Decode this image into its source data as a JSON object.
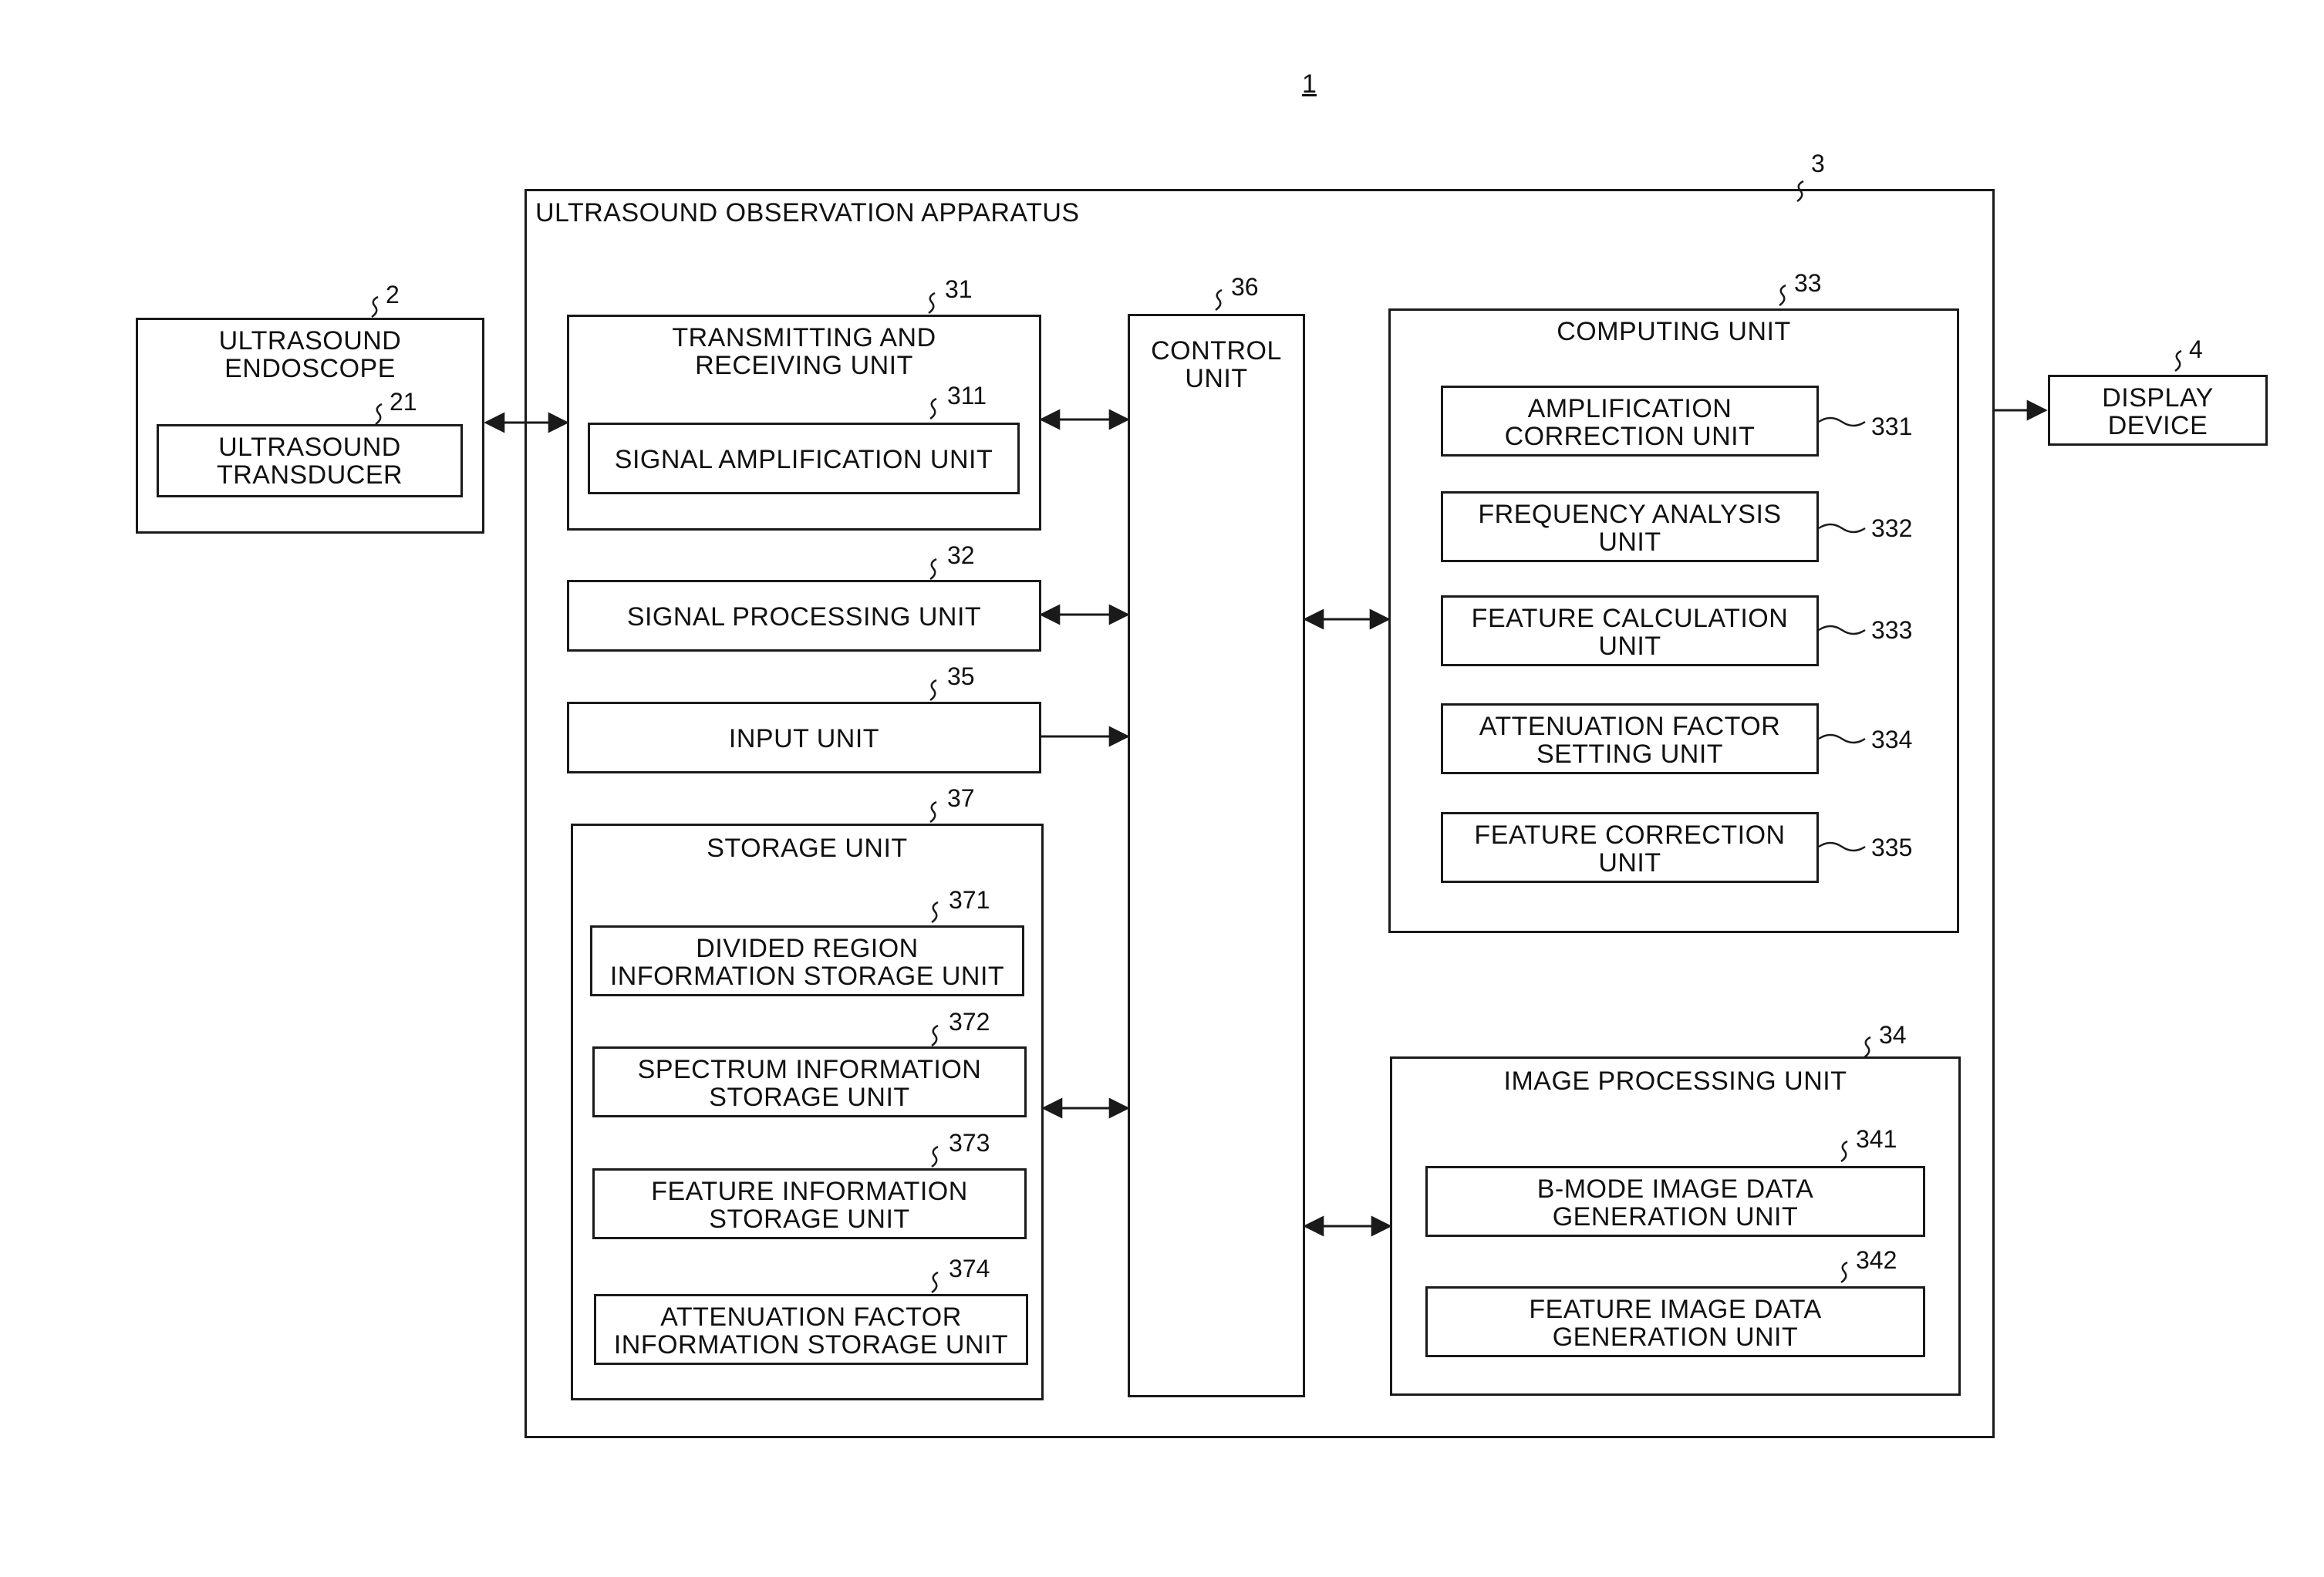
{
  "figure_number": "1",
  "apparatus": {
    "ref": "3",
    "label": "ULTRASOUND OBSERVATION APPARATUS"
  },
  "endoscope": {
    "ref": "2",
    "label_line1": "ULTRASOUND",
    "label_line2": "ENDOSCOPE",
    "transducer": {
      "ref": "21",
      "label_line1": "ULTRASOUND",
      "label_line2": "TRANSDUCER"
    }
  },
  "transmitting": {
    "ref": "31",
    "label_line1": "TRANSMITTING AND",
    "label_line2": "RECEIVING UNIT",
    "amplification": {
      "ref": "311",
      "label": "SIGNAL AMPLIFICATION UNIT"
    }
  },
  "signal_processing": {
    "ref": "32",
    "label": "SIGNAL PROCESSING UNIT"
  },
  "input": {
    "ref": "35",
    "label": "INPUT UNIT"
  },
  "storage": {
    "ref": "37",
    "label": "STORAGE UNIT",
    "items": [
      {
        "ref": "371",
        "line1": "DIVIDED REGION",
        "line2": "INFORMATION STORAGE UNIT"
      },
      {
        "ref": "372",
        "line1": "SPECTRUM INFORMATION",
        "line2": "STORAGE UNIT"
      },
      {
        "ref": "373",
        "line1": "FEATURE INFORMATION",
        "line2": "STORAGE UNIT"
      },
      {
        "ref": "374",
        "line1": "ATTENUATION FACTOR",
        "line2": "INFORMATION STORAGE UNIT"
      }
    ]
  },
  "control": {
    "ref": "36",
    "label_line1": "CONTROL",
    "label_line2": "UNIT"
  },
  "computing": {
    "ref": "33",
    "label": "COMPUTING UNIT",
    "items": [
      {
        "ref": "331",
        "line1": "AMPLIFICATION",
        "line2": "CORRECTION UNIT"
      },
      {
        "ref": "332",
        "line1": "FREQUENCY ANALYSIS",
        "line2": "UNIT"
      },
      {
        "ref": "333",
        "line1": "FEATURE CALCULATION",
        "line2": "UNIT"
      },
      {
        "ref": "334",
        "line1": "ATTENUATION FACTOR",
        "line2": "SETTING UNIT"
      },
      {
        "ref": "335",
        "line1": "FEATURE CORRECTION",
        "line2": "UNIT"
      }
    ]
  },
  "image_processing": {
    "ref": "34",
    "label": "IMAGE PROCESSING UNIT",
    "items": [
      {
        "ref": "341",
        "line1": "B-MODE IMAGE DATA",
        "line2": "GENERATION UNIT"
      },
      {
        "ref": "342",
        "line1": "FEATURE IMAGE DATA",
        "line2": "GENERATION UNIT"
      }
    ]
  },
  "display": {
    "ref": "4",
    "label_line1": "DISPLAY",
    "label_line2": "DEVICE"
  }
}
